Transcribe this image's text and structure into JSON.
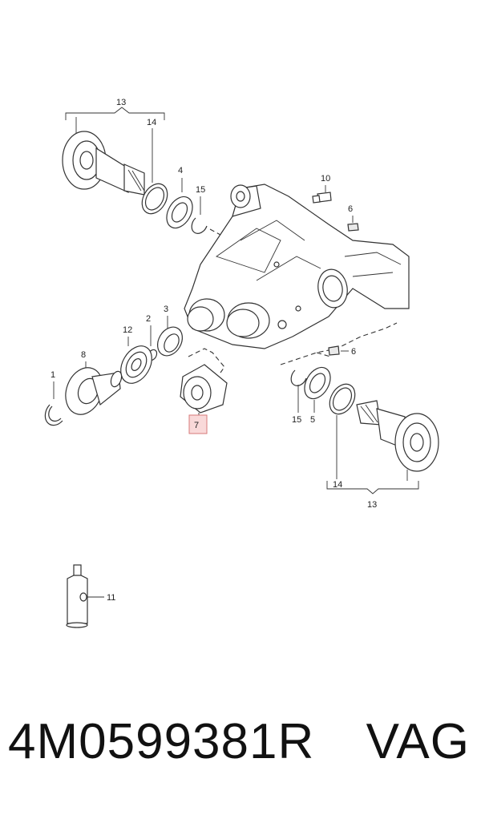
{
  "callouts": {
    "c13_top": "13",
    "c14_top": "14",
    "c4": "4",
    "c15_top": "15",
    "c10": "10",
    "c6_top": "6",
    "c3": "3",
    "c2": "2",
    "c12": "12",
    "c8": "8",
    "c1": "1",
    "c7": "7",
    "c6_bottom": "6",
    "c15_bottom": "15",
    "c5": "5",
    "c14_bottom": "14",
    "c13_bottom": "13",
    "c11": "11"
  },
  "highlighted_callout": "7",
  "colors": {
    "highlight_fill": "#f9d9d9",
    "highlight_stroke": "#d77a7a",
    "line": "#333333"
  },
  "footer": {
    "part_number": "4M0599381R",
    "brand": "VAG"
  }
}
